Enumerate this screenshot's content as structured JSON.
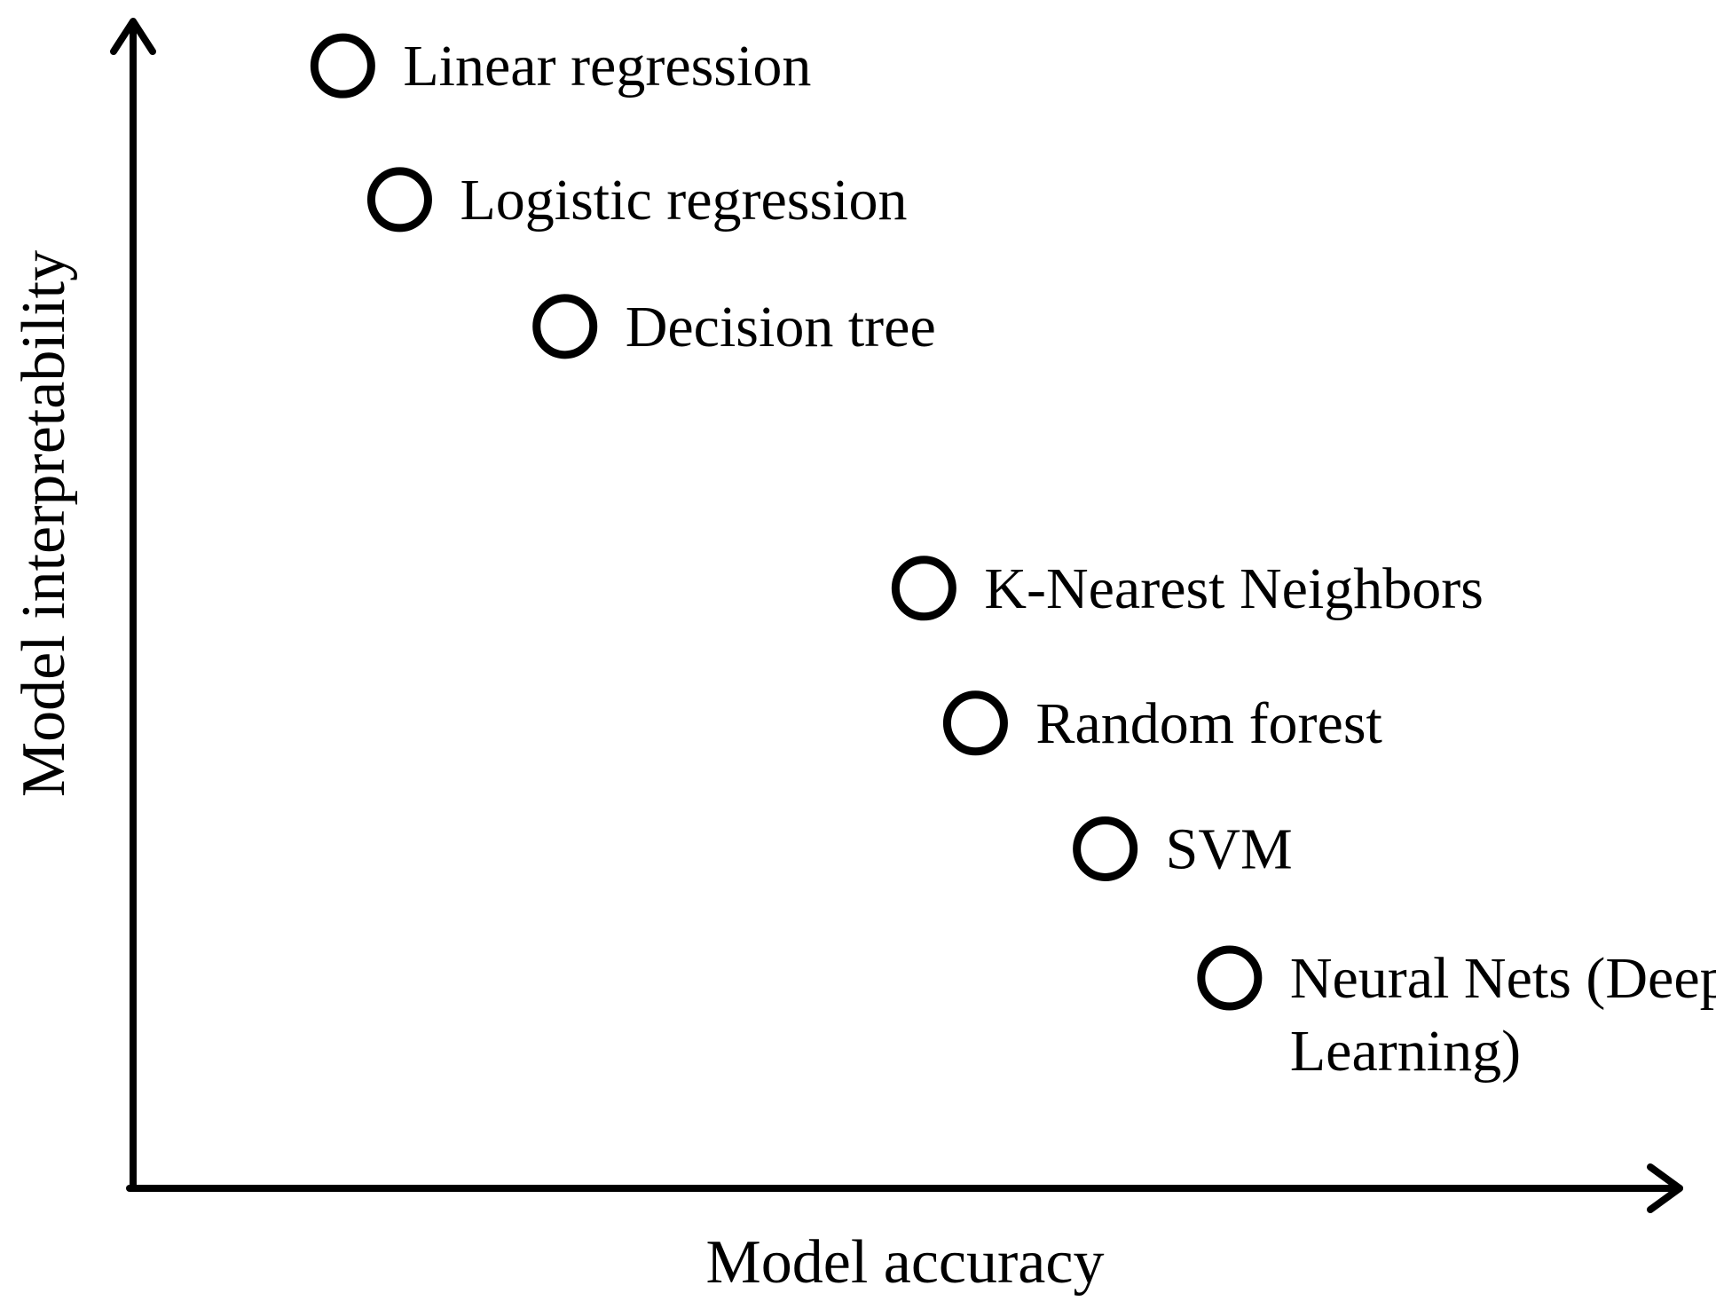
{
  "chart_data": {
    "type": "scatter",
    "title": "",
    "xlabel": "Model accuracy",
    "ylabel": "Model interpretability",
    "xlim": [
      0,
      100
    ],
    "ylim": [
      0,
      100
    ],
    "grid": false,
    "legend": "none",
    "marker": "hollow-circle",
    "colors": {
      "axis": "#000000",
      "marker_stroke": "#000000",
      "marker_fill": "#ffffff",
      "text": "#000000",
      "background": "#ffffff"
    },
    "points": [
      {
        "label": "Linear regression",
        "x": 11.8,
        "y": 98.2
      },
      {
        "label": "Logistic regression",
        "x": 15.0,
        "y": 86.5
      },
      {
        "label": "Decision tree",
        "x": 24.3,
        "y": 75.4
      },
      {
        "label": "K-Nearest Neighbors",
        "x": 44.5,
        "y": 52.5
      },
      {
        "label": "Random forest",
        "x": 47.4,
        "y": 40.7
      },
      {
        "label": "SVM",
        "x": 54.7,
        "y": 29.7
      },
      {
        "label": [
          "Neural Nets (Deep",
          "Learning)"
        ],
        "x": 61.7,
        "y": 18.4
      }
    ]
  }
}
